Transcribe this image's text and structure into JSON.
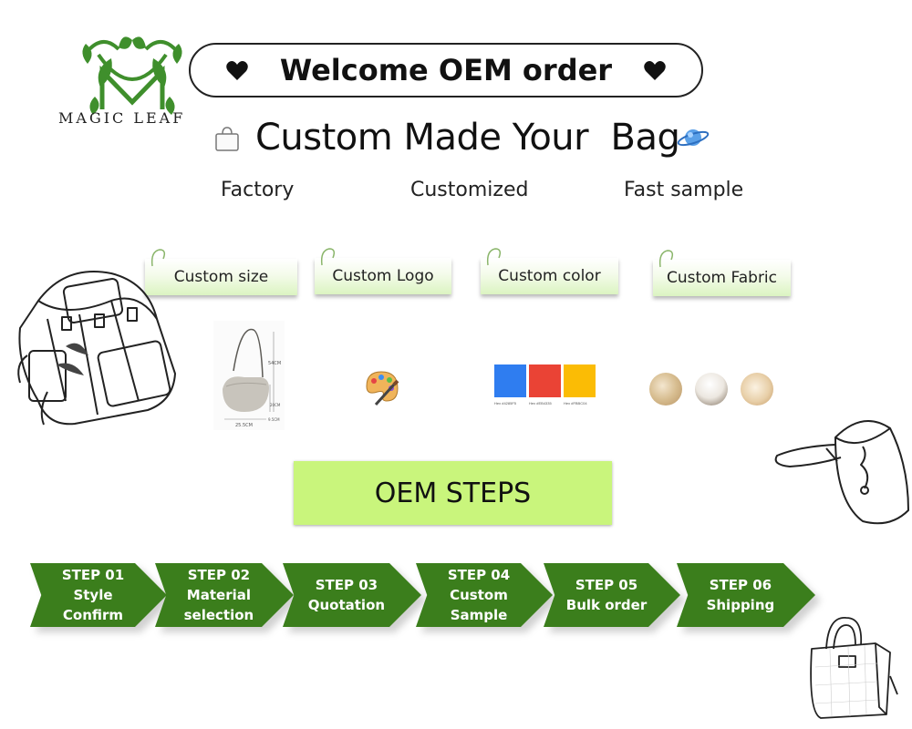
{
  "logo": {
    "text": "MAGIC LEAF",
    "color": "#3f8f2c"
  },
  "welcome": {
    "text": "Welcome OEM order"
  },
  "title": {
    "text": "Custom Made Your  Bag"
  },
  "features": [
    "Factory",
    "Customized",
    "Fast sample"
  ],
  "tags": [
    "Custom size",
    "Custom Logo",
    "Custom color",
    "Custom Fabric"
  ],
  "dimensions": [
    "54CM",
    "20CM",
    "25.5CM",
    "9.5CM"
  ],
  "swatches": [
    {
      "color": "#2f7df0",
      "label": "Hex #4285F5"
    },
    {
      "color": "#ea4335",
      "label": "Hex #EB4335"
    },
    {
      "color": "#fbbc05",
      "label": "Hex #FBBC04"
    }
  ],
  "oem_steps": {
    "title": "OEM STEPS",
    "accent": "#c9f57c"
  },
  "steps": [
    {
      "lines": [
        "STEP 01",
        "Style",
        "Confirm"
      ]
    },
    {
      "lines": [
        "STEP 02",
        "Material",
        "selection"
      ]
    },
    {
      "lines": [
        "STEP 03",
        "Quotation"
      ]
    },
    {
      "lines": [
        "STEP 04",
        "Custom",
        "Sample"
      ]
    },
    {
      "lines": [
        "STEP 05",
        "Bulk order"
      ]
    },
    {
      "lines": [
        "STEP 06",
        "Shipping"
      ]
    }
  ],
  "step_color": "#3b7e1d"
}
